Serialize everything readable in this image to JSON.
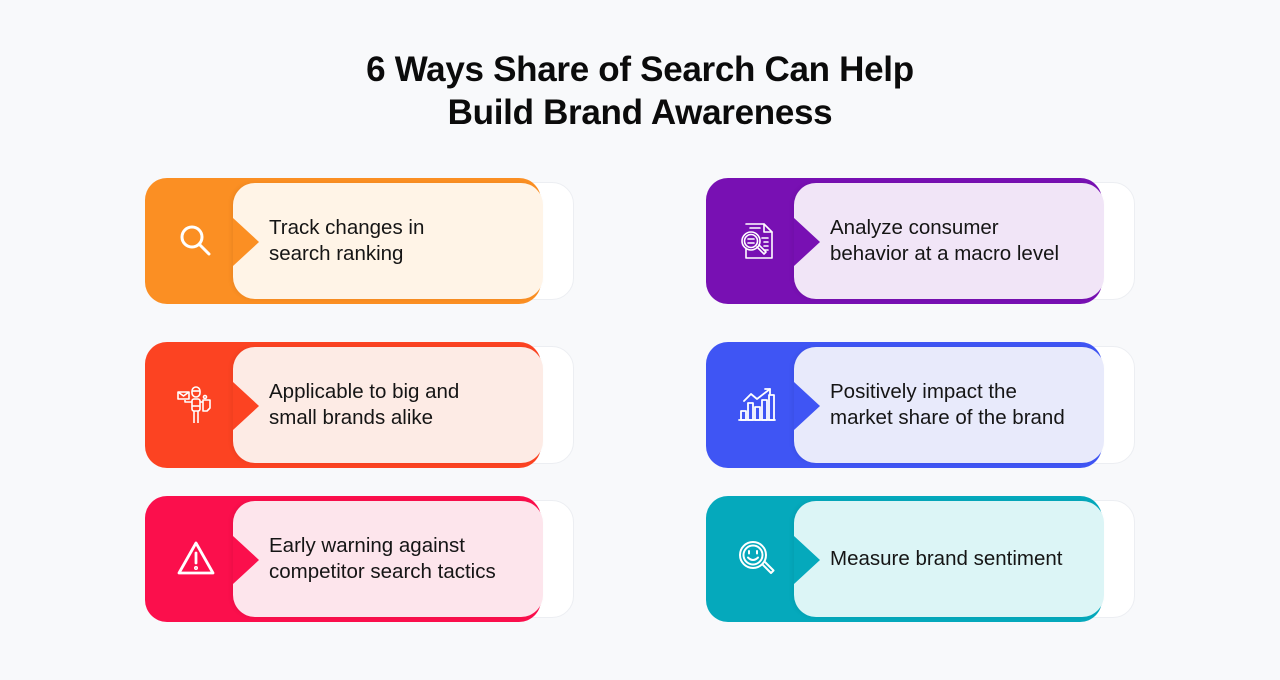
{
  "title": {
    "line1": "6 Ways Share of Search Can Help",
    "line2": "Build Brand Awareness"
  },
  "cards": [
    {
      "line1": "Track changes in",
      "line2": "search ranking",
      "icon": "search-icon",
      "color": "#fb8f23",
      "panel": "#fff4e7"
    },
    {
      "line1": "Applicable to big and",
      "line2": "small brands alike",
      "icon": "person-with-items-icon",
      "color": "#fc4322",
      "panel": "#fdebe5"
    },
    {
      "line1": "Early warning against",
      "line2": "competitor search tactics",
      "icon": "warning-icon",
      "color": "#fb0f4c",
      "panel": "#fde5ec"
    },
    {
      "line1": "Analyze consumer",
      "line2": "behavior at a macro level",
      "icon": "document-search-icon",
      "color": "#7810b3",
      "panel": "#f1e5f7"
    },
    {
      "line1": "Positively impact the",
      "line2": "market share of the brand",
      "icon": "growth-chart-icon",
      "color": "#3f55f4",
      "panel": "#e8eafb"
    },
    {
      "line1": "",
      "line2": "Measure brand sentiment",
      "icon": "sentiment-search-icon",
      "color": "#05a9bc",
      "panel": "#dcf5f6"
    }
  ]
}
